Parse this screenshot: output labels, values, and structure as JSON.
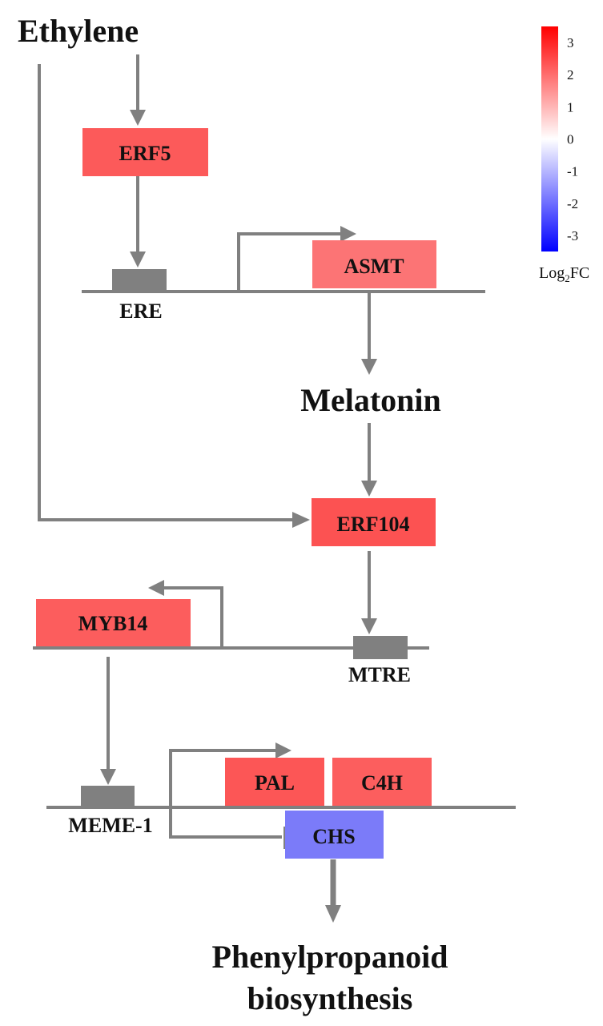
{
  "diagram": {
    "title_nodes": {
      "ethylene": "Ethylene",
      "melatonin": "Melatonin",
      "phenylpropanoid_line1": "Phenylpropanoid",
      "phenylpropanoid_line2": "biosynthesis"
    },
    "genes": [
      {
        "id": "erf5",
        "label": "ERF5",
        "log2fc": 2.2,
        "color": "#fc5a5a"
      },
      {
        "id": "asmt",
        "label": "ASMT",
        "log2fc": 1.7,
        "color": "#fc7475"
      },
      {
        "id": "erf104",
        "label": "ERF104",
        "log2fc": 2.3,
        "color": "#fc5252"
      },
      {
        "id": "myb14",
        "label": "MYB14",
        "log2fc": 2.1,
        "color": "#fc5d5d"
      },
      {
        "id": "pal",
        "label": "PAL",
        "log2fc": 2.2,
        "color": "#fc5656"
      },
      {
        "id": "c4h",
        "label": "C4H",
        "log2fc": 2.1,
        "color": "#fc5e5e"
      },
      {
        "id": "chs",
        "label": "CHS",
        "log2fc": -1.6,
        "color": "#7b7bf9"
      }
    ],
    "elements": {
      "ere": "ERE",
      "mtre": "MTRE",
      "meme1": "MEME-1"
    },
    "legend": {
      "title_main": "Log",
      "title_sub": "2",
      "title_tail": "FC",
      "ticks": [
        "3",
        "2",
        "1",
        "0",
        "-1",
        "-2",
        "-3"
      ],
      "range": [
        -3.5,
        3.5
      ],
      "color_high": "#ff0000",
      "color_mid": "#ffffff",
      "color_low": "#0000ff"
    },
    "line_color": "#808080"
  }
}
